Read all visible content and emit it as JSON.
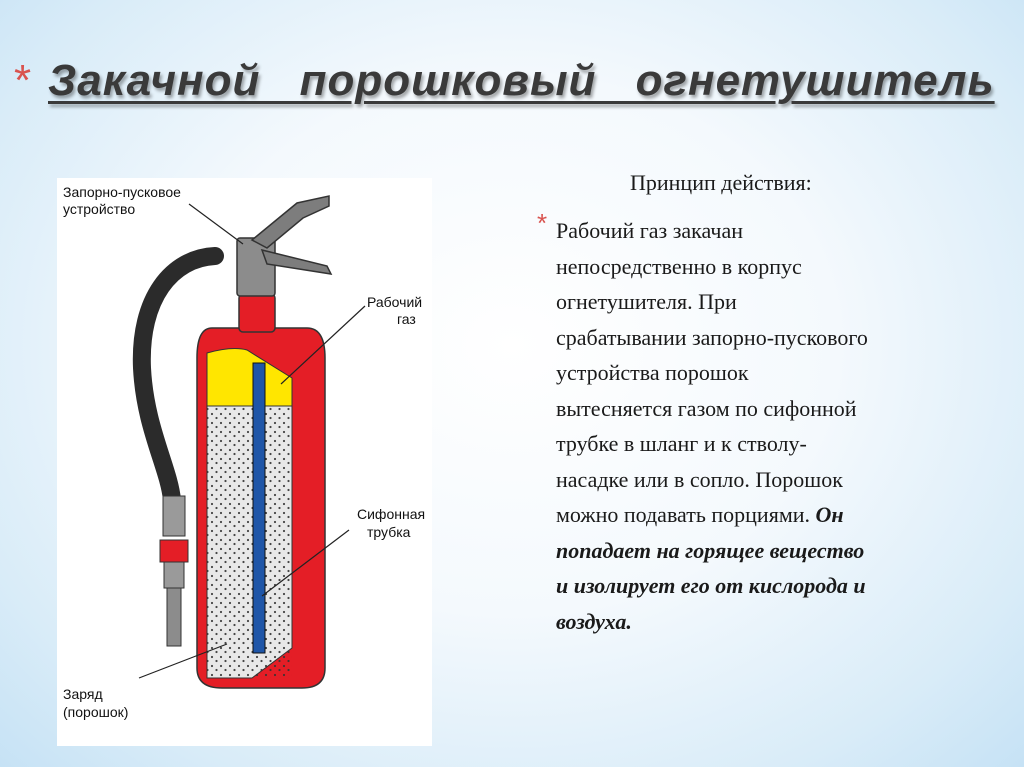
{
  "slide": {
    "title": "Закачной порошковый огнетушитель",
    "bullet_symbol": "*",
    "principle_heading": "Принцип действия:",
    "paragraph_lines": [
      "Рабочий газ закачан",
      "непосредственно в корпус",
      "огнетушителя. При",
      "срабатывании запорно-пускового",
      "устройства порошок",
      "вытесняется газом по сифонной",
      "трубке в шланг и к стволу-",
      "насадке или в сопло. Порошок"
    ],
    "paragraph_mixed_line": {
      "normal": "можно подавать порциями.",
      "emphasis": "Он"
    },
    "paragraph_emphasis_lines": [
      "попадает на горящее вещество",
      "и изолирует его от кислорода и",
      "воздуха."
    ]
  },
  "diagram": {
    "labels": {
      "valve_line1": "Запорно-пусковое",
      "valve_line2": "устройство",
      "gas_line1": "Рабочий",
      "gas_line2": "газ",
      "siphon_line1": "Сифонная",
      "siphon_line2": "трубка",
      "charge_line1": "Заряд",
      "charge_line2": "(порошок)"
    },
    "colors": {
      "body": "#e41e26",
      "gas": "#ffe600",
      "powder": "#e8e8e8",
      "siphon": "#1f56a8",
      "hose": "#2b2b2b",
      "metal": "#8c8c8c"
    }
  }
}
